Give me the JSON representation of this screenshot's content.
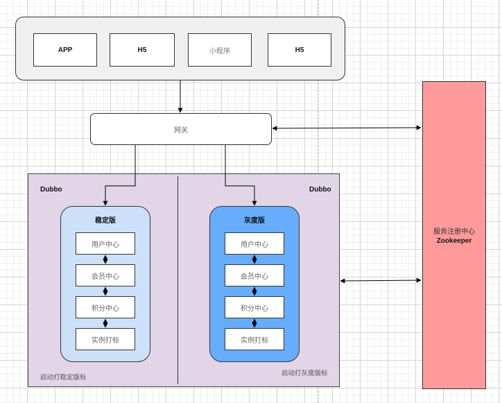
{
  "clients": [
    "APP",
    "H5",
    "小程序",
    "H5"
  ],
  "gateway": "网关",
  "dubbo": {
    "left_label": "Dubbo",
    "right_label": "Dubbo",
    "left_footer": "启动打稳定版标",
    "right_footer": "启动打灰度版标"
  },
  "stable": {
    "title": "稳定版",
    "services": [
      "用户中心",
      "会员中心",
      "积分中心",
      "实例打标"
    ]
  },
  "gray": {
    "title": "灰度版",
    "services": [
      "用户中心",
      "会员中心",
      "积分中心",
      "实例打标"
    ]
  },
  "registry": {
    "line1": "服务注册中心",
    "line2": "Zookeeper"
  },
  "colors": {
    "client_group": "#f0f0f0",
    "dubbo_area": "#e1d5e7",
    "stable_box": "#cce0fa",
    "gray_box": "#66adfd",
    "registry": "#fe9a9a"
  }
}
